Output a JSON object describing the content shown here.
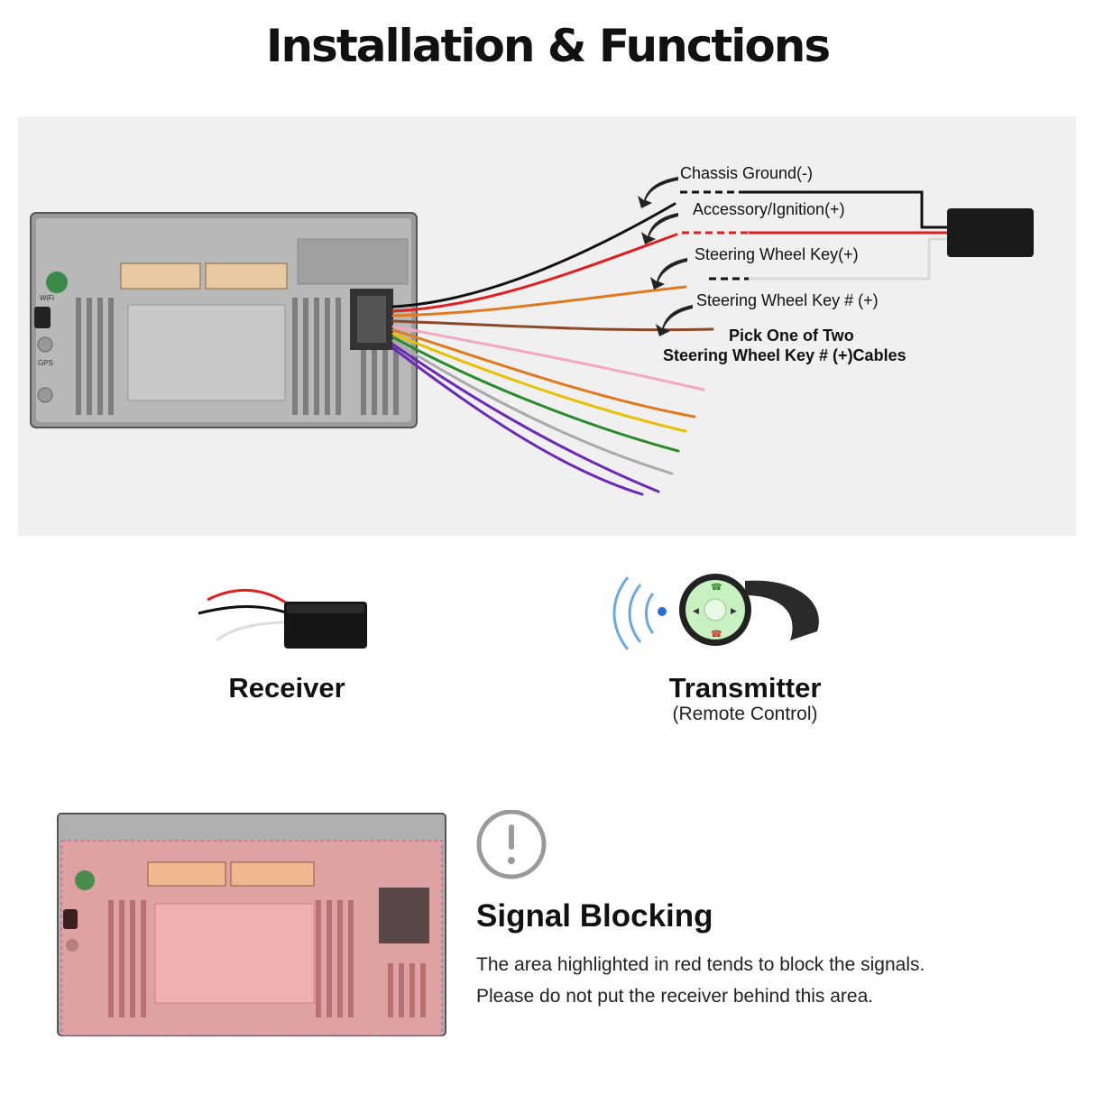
{
  "header": {
    "title": "Installation & Functions"
  },
  "diagram": {
    "wire_labels": [
      "Chassis Ground(-)",
      "Accessory/Ignition(+)",
      "Steering Wheel Key(+)",
      "Steering Wheel Key # (+)"
    ],
    "note_line1": "Pick One of Two",
    "note_line2": "Steering Wheel Key # (+)Cables",
    "unit_labels": {
      "wifi": "WiFi",
      "gps": "GPS"
    }
  },
  "components": {
    "receiver": {
      "label": "Receiver"
    },
    "transmitter": {
      "label": "Transmitter",
      "sublabel": "(Remote Control)"
    }
  },
  "signal_blocking": {
    "title": "Signal Blocking",
    "line1": "The area highlighted in red tends to block the signals.",
    "line2": "Please do not put the receiver behind this area."
  },
  "colors": {
    "panel_bg": "#f0f0f0",
    "wire_black": "#111111",
    "wire_red": "#e01e1e",
    "wire_white": "#d8d8d8",
    "wire_orange": "#e07a1e",
    "wire_brown": "#8a4a2a",
    "highlight_red": "#e8a0a0",
    "button_green": "#c9f0c0",
    "signal_blue": "#2a6cd8"
  }
}
